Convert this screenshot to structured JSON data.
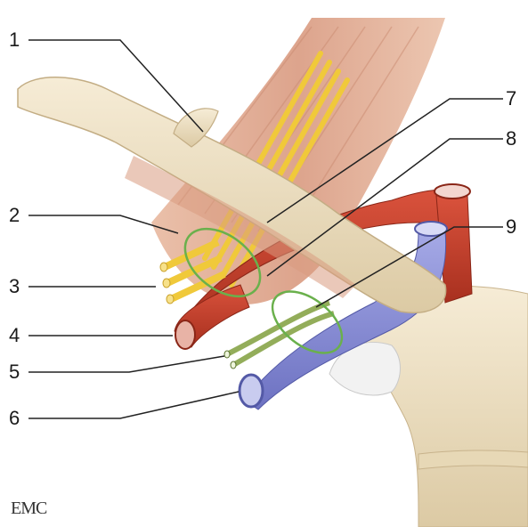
{
  "labels": [
    {
      "id": "1",
      "text": "1"
    },
    {
      "id": "2",
      "text": "2"
    },
    {
      "id": "3",
      "text": "3"
    },
    {
      "id": "4",
      "text": "4"
    },
    {
      "id": "5",
      "text": "5"
    },
    {
      "id": "6",
      "text": "6"
    },
    {
      "id": "7",
      "text": "7"
    },
    {
      "id": "8",
      "text": "8"
    },
    {
      "id": "9",
      "text": "9"
    }
  ],
  "logo": "EMC",
  "colors": {
    "bone": "#efe3c8",
    "muscle": "#d9a88f",
    "nerve_yellow": "#f0c93a",
    "nerve_green": "#93ad5a",
    "artery": "#c9402c",
    "vein": "#8a8fd6",
    "ring": "#6ab04c"
  }
}
